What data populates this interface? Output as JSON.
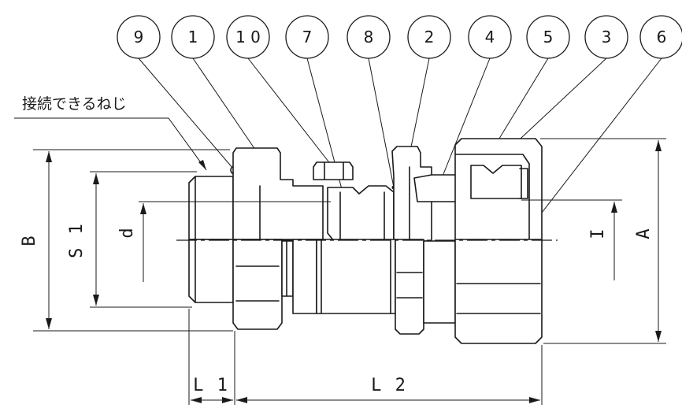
{
  "balloons": [
    "9",
    "1",
    "1 0",
    "7",
    "8",
    "2",
    "4",
    "5",
    "3",
    "6"
  ],
  "note_label": "接続できるねじ",
  "dimensions": {
    "B": "B",
    "S1": "S 1",
    "d": "d",
    "I": "I",
    "A": "A",
    "L1": "L 1",
    "L2": "L 2"
  }
}
